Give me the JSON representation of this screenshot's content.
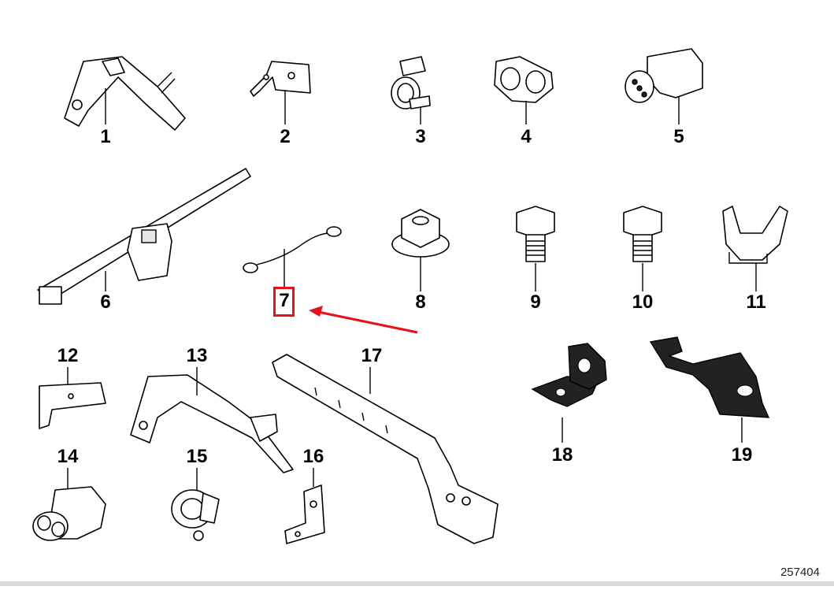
{
  "diagram": {
    "id_label": "257404",
    "highlighted_item": "7",
    "highlight_color": "#e8101a",
    "arrow_color": "#e8101a",
    "items": [
      {
        "label": "1"
      },
      {
        "label": "2"
      },
      {
        "label": "3"
      },
      {
        "label": "4"
      },
      {
        "label": "5"
      },
      {
        "label": "6"
      },
      {
        "label": "7"
      },
      {
        "label": "8"
      },
      {
        "label": "9"
      },
      {
        "label": "10"
      },
      {
        "label": "11"
      },
      {
        "label": "12"
      },
      {
        "label": "13"
      },
      {
        "label": "14"
      },
      {
        "label": "15"
      },
      {
        "label": "16"
      },
      {
        "label": "17"
      },
      {
        "label": "18"
      },
      {
        "label": "19"
      }
    ]
  }
}
